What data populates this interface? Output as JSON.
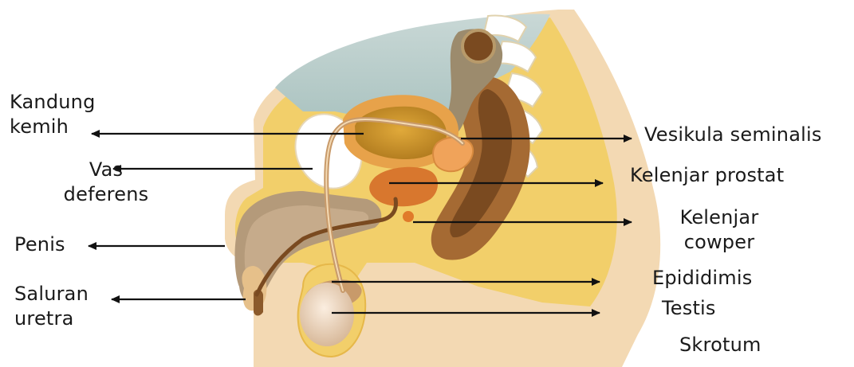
{
  "labels": {
    "kandung_kemih": [
      "Kandung",
      "kemih"
    ],
    "vas_deferens": [
      "Vas",
      "deferens"
    ],
    "penis": "Penis",
    "saluran_uretra": [
      "Saluran",
      "uretra"
    ],
    "vesikula_seminalis": "Vesikula seminalis",
    "kelenjar_prostat": "Kelenjar prostat",
    "kelenjar_cowper": [
      "Kelenjar",
      "cowper"
    ],
    "epididimis": "Epididimis",
    "testis": "Testis",
    "skrotum": "Skrotum"
  },
  "colors": {
    "skin": "#f3d9b3",
    "fat": "#f2cf6a",
    "bladder": "#c9992f",
    "prostate": "#d98a3a",
    "rectum": "#8b5a2b",
    "bone": "#ffffff",
    "cavity": "#b9cfcc",
    "arrow": "#111111"
  }
}
